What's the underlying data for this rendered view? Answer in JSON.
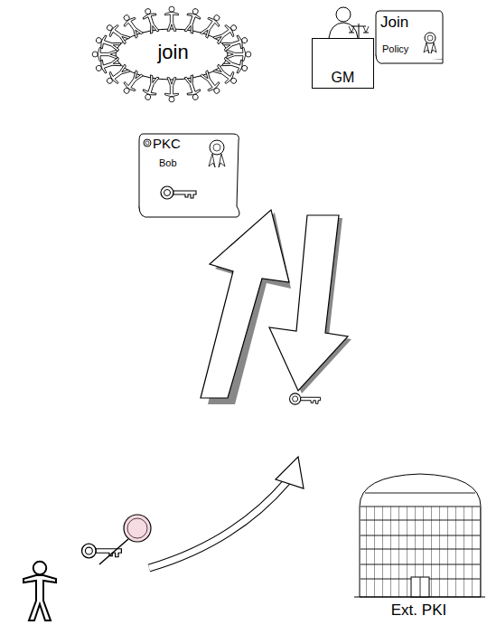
{
  "diagram": {
    "nodes": [
      {
        "text": [
          "join"
        ]
      },
      {
        "text": [
          "GM"
        ]
      },
      {
        "text": [
          "Join",
          "Policy"
        ]
      },
      {
        "text": [
          "PKC",
          "Bob"
        ]
      },
      {
        "text": [
          "Ext. PKI"
        ]
      }
    ]
  }
}
